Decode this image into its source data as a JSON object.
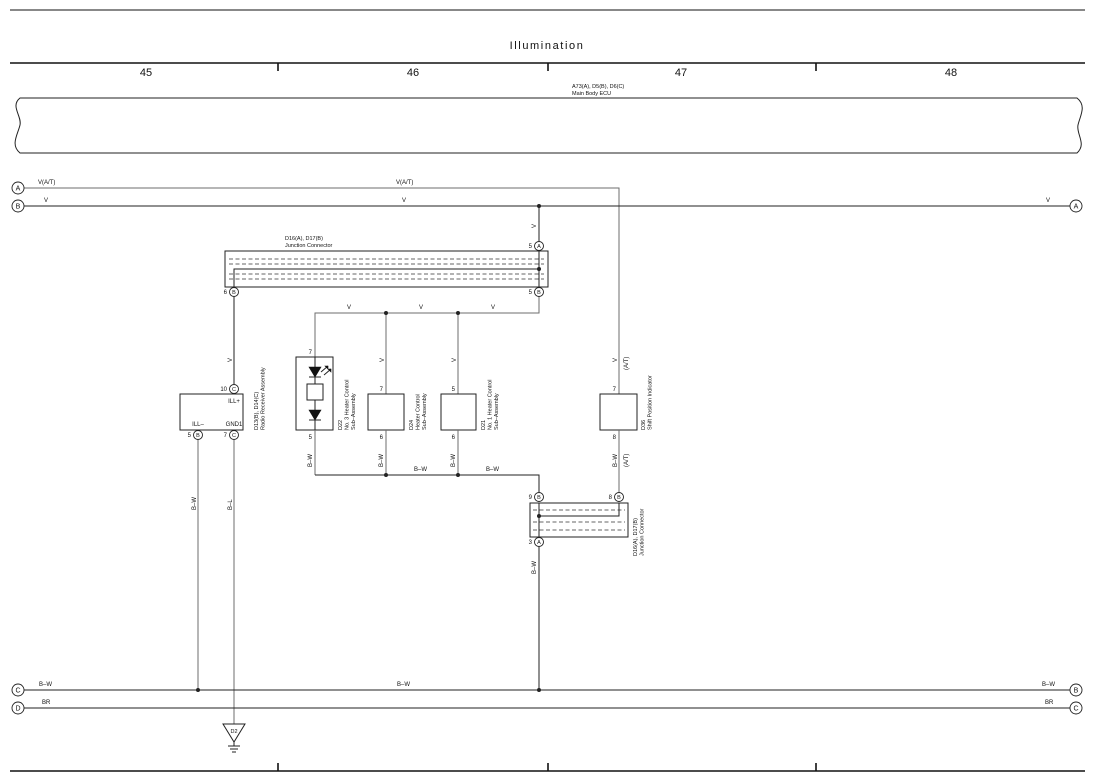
{
  "title": "Illumination",
  "columns": [
    "45",
    "46",
    "47",
    "48"
  ],
  "main_body_ecu": {
    "ref": "A73(A), D5(B), D6(C)",
    "name": "Main Body ECU"
  },
  "buses": {
    "a": {
      "left_tag": "A",
      "wire_labels": [
        "V(A/T)",
        "V(A/T)"
      ]
    },
    "b": {
      "left_tag": "B",
      "wire_labels": [
        "V",
        "V",
        "V"
      ],
      "right_tag": "A"
    },
    "c": {
      "left_tag": "C",
      "wire_labels": [
        "B–W",
        "B–W",
        "B–W"
      ],
      "right_tag": "B"
    },
    "d": {
      "left_tag": "D",
      "wire_labels": [
        "BR",
        "BR"
      ],
      "right_tag": "C"
    }
  },
  "junction_connector_upper": {
    "ref": "D16(A), D17(B)",
    "name": "Junction Connector",
    "pins": [
      {
        "num": "5",
        "conn": "A"
      },
      {
        "num": "6",
        "conn": "B"
      },
      {
        "num": "5",
        "conn": "B"
      }
    ]
  },
  "junction_connector_lower": {
    "ref": "D16(A), D17(B)",
    "name": "Junction Connector",
    "pins": [
      {
        "num": "9",
        "conn": "B"
      },
      {
        "num": "8",
        "conn": "B"
      },
      {
        "num": "3",
        "conn": "A"
      }
    ]
  },
  "radio_receiver": {
    "ref": "D13(B), D14(C)",
    "name": "Radio Receiver Assembly",
    "terminals": {
      "ill_plus": "ILL+",
      "ill_minus": "ILL–",
      "gnd": "GND1"
    },
    "pins": [
      {
        "num": "10",
        "conn": "C"
      },
      {
        "num": "5",
        "conn": "B"
      },
      {
        "num": "7",
        "conn": "C"
      }
    ]
  },
  "heater_control_3": {
    "ref": "D22",
    "name": "No. 3 Heater Control",
    "name2": "Sub–Assembly",
    "pins": [
      "7",
      "5"
    ]
  },
  "heater_control": {
    "ref": "D24",
    "name": "Heater Control",
    "name2": "Sub–Assembly",
    "pins": [
      "7",
      "6"
    ]
  },
  "heater_control_1": {
    "ref": "D21",
    "name": "No. 1 Heater Control",
    "name2": "Sub–Assembly",
    "pins": [
      "5",
      "6"
    ]
  },
  "shift_position_indicator": {
    "ref": "D36",
    "name": "Shift Position Indicator",
    "pins": [
      "7",
      "8"
    ]
  },
  "wire_labels": {
    "jc_feed": "V",
    "heater_feed_h": [
      "V",
      "V",
      "V"
    ],
    "heater_feed_v": [
      "V",
      "V"
    ],
    "radio_feed": "V",
    "shift_feed": [
      "V",
      "(A/T)"
    ],
    "heater_ground_v": [
      "B–W",
      "B–W",
      "B–W"
    ],
    "heater_ground_h": [
      "B–W",
      "B–W"
    ],
    "shift_ground": [
      "B–W",
      "(A/T)"
    ],
    "jc_ground": "B–W",
    "radio_ill_minus": "B–W",
    "radio_gnd": "B–L"
  },
  "ground_point": "D2"
}
